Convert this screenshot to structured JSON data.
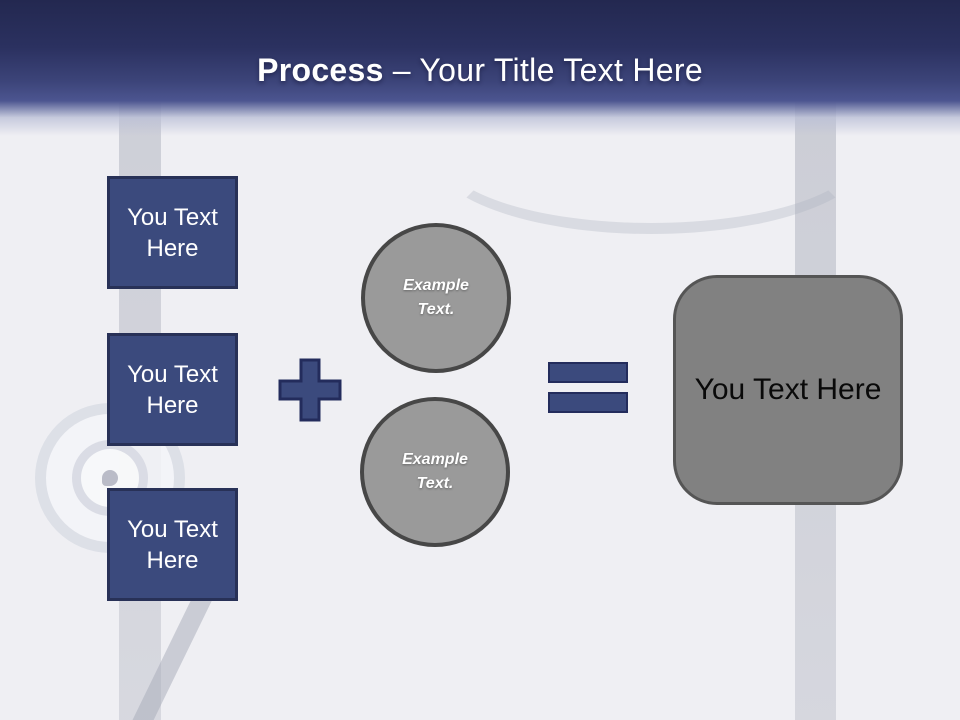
{
  "slide": {
    "header": {
      "title_bold": "Process",
      "title_rest": "– Your Title Text Here"
    },
    "inputs": [
      {
        "label": "You Text Here"
      },
      {
        "label": "You Text Here"
      },
      {
        "label": "You Text Here"
      }
    ],
    "operators": {
      "plus_icon": "plus-sign",
      "equals_icon": "equals-sign"
    },
    "examples": [
      {
        "label": "Example Text."
      },
      {
        "label": "Example Text."
      }
    ],
    "result": {
      "label": "You Text Here"
    },
    "background": {
      "motif": "faded stethoscope photo",
      "base_color": "#EFEFF3"
    },
    "colors": {
      "header_gradient_top": "#232850",
      "header_gradient_bottom": "#4C5590",
      "accent_blue_fill": "#3B4A7D",
      "accent_blue_border": "#283157",
      "circle_fill": "#9A9A9A",
      "circle_border": "#474747",
      "result_fill": "#818181",
      "result_border": "#555555",
      "title_text": "#FFFFFF",
      "box_text": "#FFFFFF",
      "result_text": "#0A0A0A"
    }
  }
}
